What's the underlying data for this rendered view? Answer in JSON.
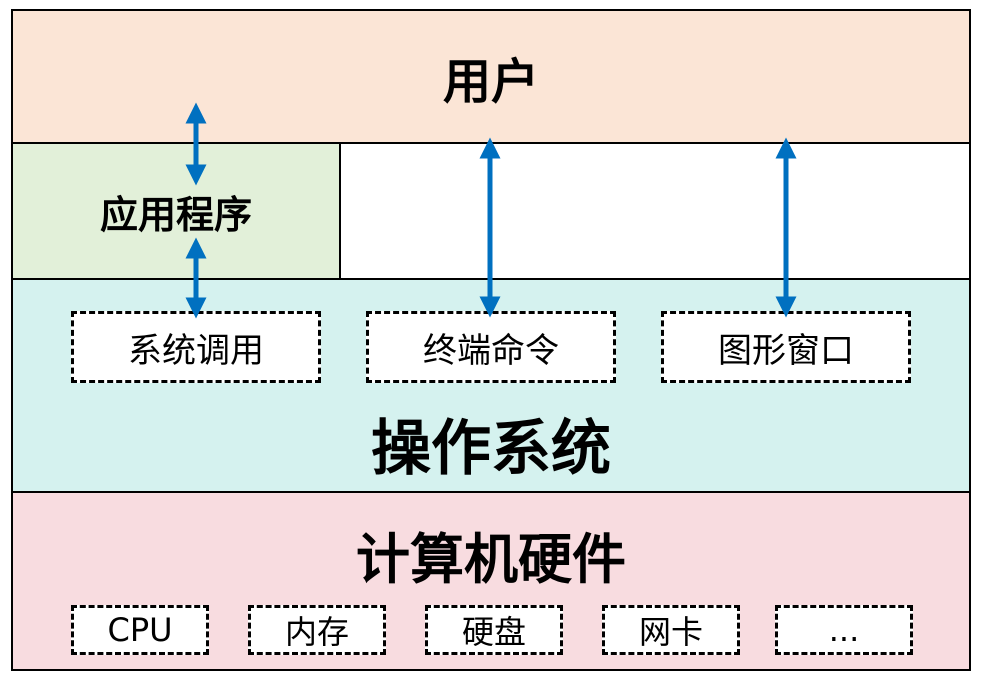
{
  "layers": {
    "user": {
      "label": "用户"
    },
    "app": {
      "label": "应用程序"
    },
    "os": {
      "label": "操作系统",
      "interfaces": [
        "系统调用",
        "终端命令",
        "图形窗口"
      ]
    },
    "hardware": {
      "label": "计算机硬件",
      "components": [
        "CPU",
        "内存",
        "硬盘",
        "网卡",
        "..."
      ]
    }
  },
  "colors": {
    "user_fill": "#fbe5d6",
    "app_fill": "#e2f0d9",
    "os_fill": "#d5f2ef",
    "hardware_fill": "#f8dce0",
    "arrow": "#0070c0"
  }
}
